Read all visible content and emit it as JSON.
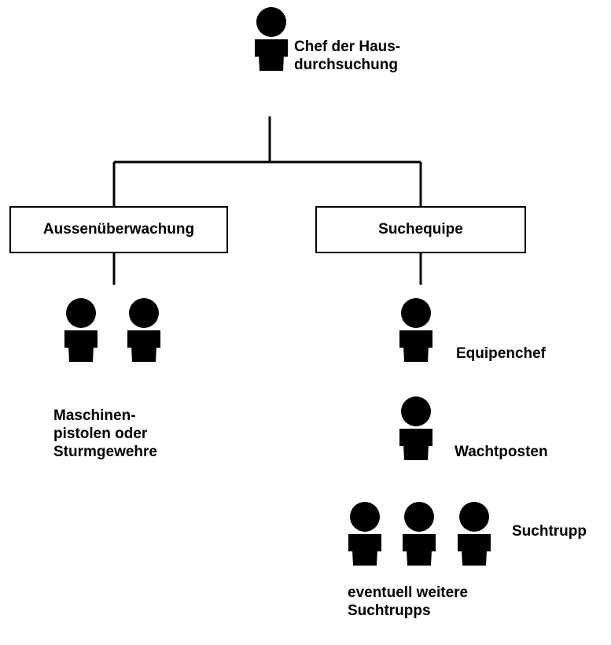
{
  "chief": {
    "label": "Chef der Haus-\ndurchsuchung"
  },
  "branches": {
    "left": {
      "box_label": "Aussenüberwachung",
      "note": "Maschinen-\npistolen oder\nSturmgewehre"
    },
    "right": {
      "box_label": "Suchequipe",
      "roles": [
        "Equipenchef",
        "Wachtposten",
        "Suchtrupp"
      ],
      "note": "eventuell weitere\nSuchtrupps"
    }
  },
  "icons": {
    "person": "person-silhouette-icon"
  },
  "colors": {
    "ink": "#000000",
    "background": "#ffffff"
  }
}
